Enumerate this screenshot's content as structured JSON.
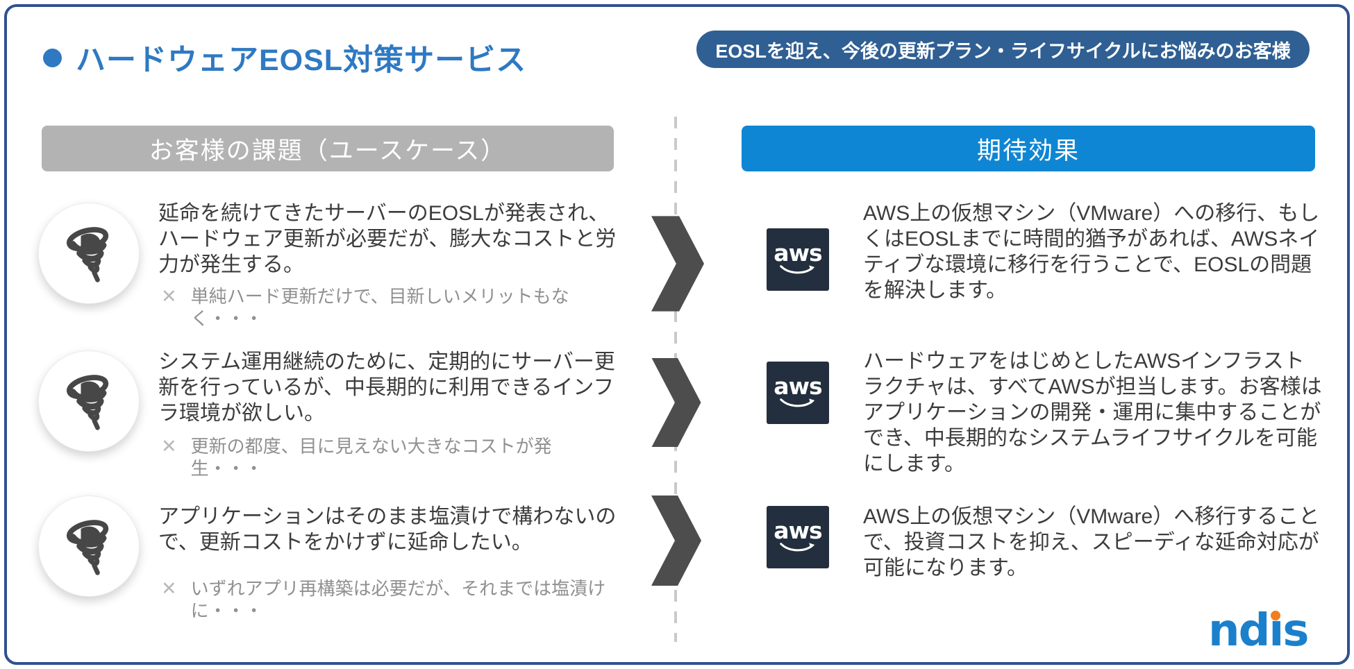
{
  "page": {
    "title": "ハードウェアEOSL対策サービス",
    "banner": "EOSLを迎え、今後の更新プラン・ライフサイクルにお悩みのお客様",
    "left_header": "お客様の課題（ユースケース）",
    "right_header": "期待効果",
    "note_mark": "✕"
  },
  "aws": {
    "label": "aws"
  },
  "logo": {
    "part1": "nd",
    "part2": "ı",
    "part3": "s",
    "full_text": "ndis"
  },
  "rows": [
    {
      "problem": "延命を続けてきたサーバーのEOSLが発表され、ハードウェア更新が必要だが、膨大なコストと労力が発生する。",
      "note": "単純ハード更新だけで、目新しいメリットもなく・・・",
      "effect": "AWS上の仮想マシン（VMware）への移行、もしくはEOSLまでに時間的猶予があれば、AWSネイティブな環境に移行を行うことで、EOSLの問題を解決します。"
    },
    {
      "problem": "システム運用継続のために、定期的にサーバー更新を行っているが、中長期的に利用できるインフラ環境が欲しい。",
      "note": "更新の都度、目に見えない大きなコストが発生・・・",
      "effect": "ハードウェアをはじめとしたAWSインフラストラクチャは、すべてAWSが担当します。お客様はアプリケーションの開発・運用に集中することができ、中長期的なシステムライフサイクルを可能にします。"
    },
    {
      "problem": "アプリケーションはそのまま塩漬けで構わないので、更新コストをかけずに延命したい。",
      "note": "いずれアプリ再構築は必要だが、それまでは塩漬けに・・・",
      "effect": "AWS上の仮想マシン（VMware）へ移行することで、投資コストを抑え、スピーディな延命対応が可能になります。"
    }
  ],
  "colors": {
    "frame_border": "#31518d",
    "title_blue": "#2e79c2",
    "banner_blue": "#2f5f93",
    "header_blue": "#0f86d3",
    "header_gray": "#b3b3b3",
    "dark_gray": "#4d4d4d",
    "aws_navy": "#232f3e",
    "ndis_blue": "#1b80cc",
    "ndis_orange": "#f07d22"
  }
}
